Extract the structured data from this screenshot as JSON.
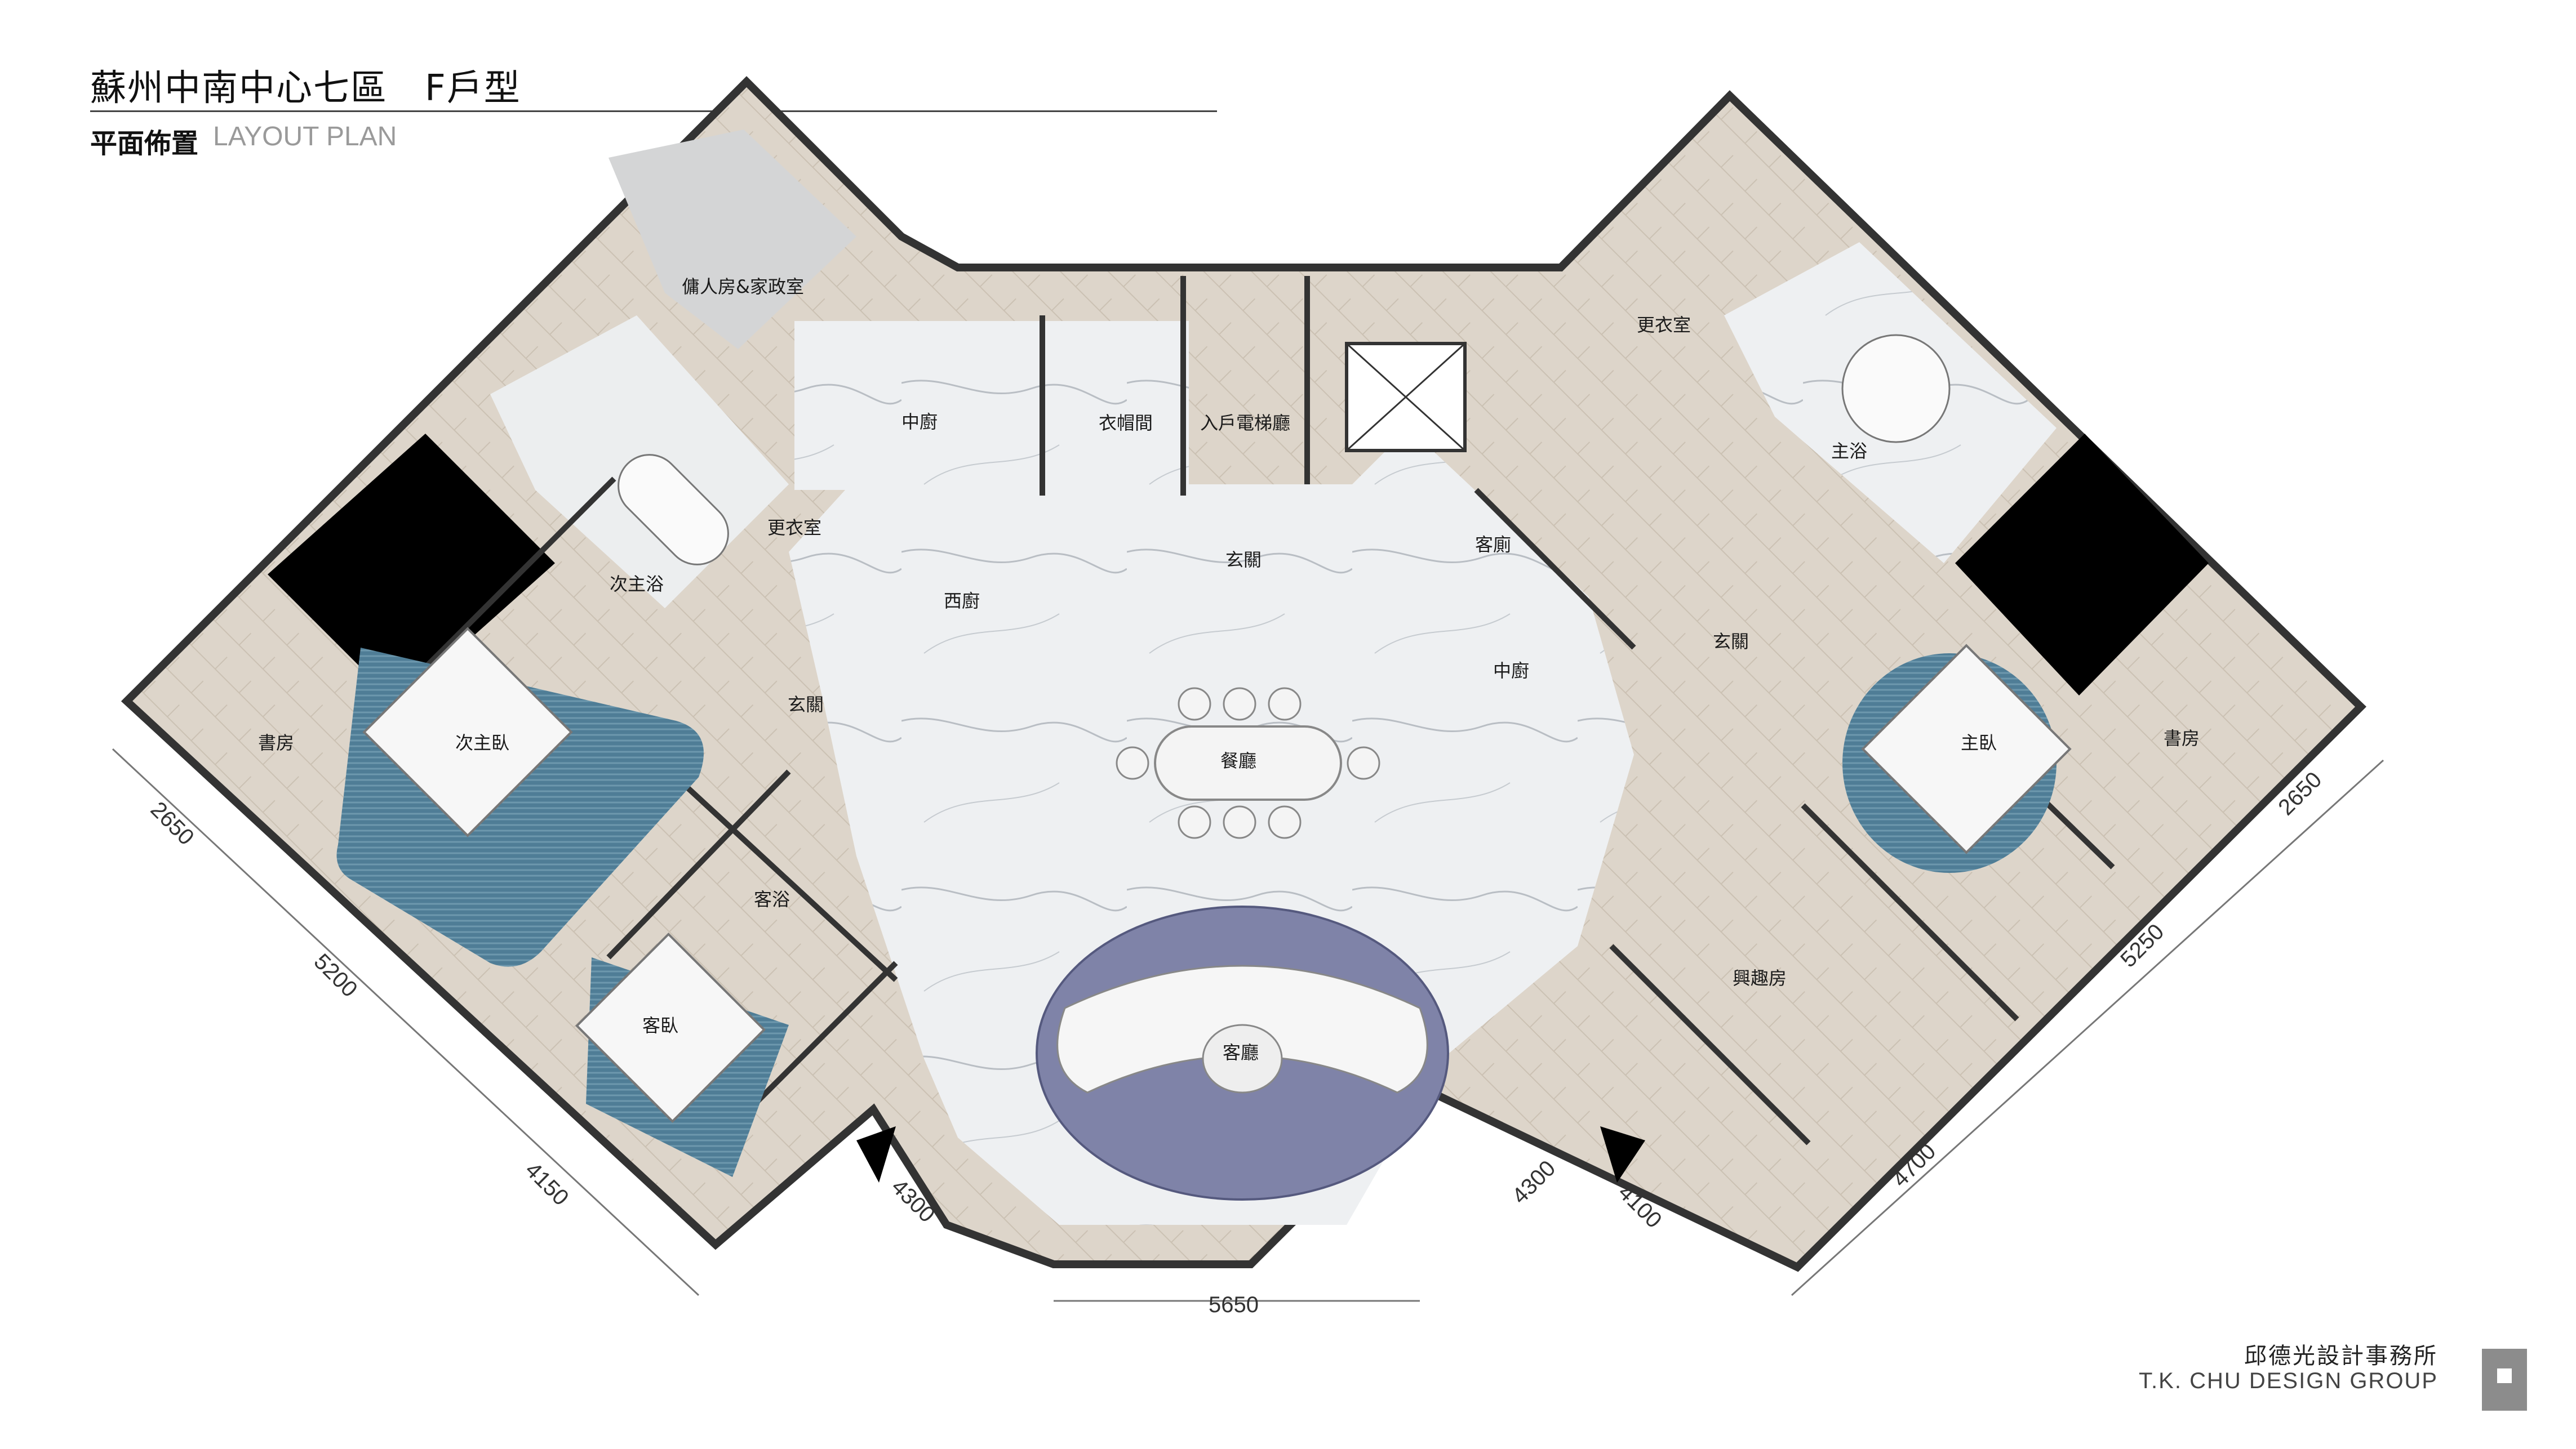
{
  "header": {
    "title": "蘇州中南中心七區　F戶型",
    "subtitle_cn": "平面佈置",
    "subtitle_en": "LAYOUT PLAN"
  },
  "rooms": {
    "servant": "傭人房&家政室",
    "chinese_kitchen_left": "中廚",
    "cloakroom": "衣帽間",
    "elevator_hall": "入戶電梯廳",
    "walkin_closet_left": "更衣室",
    "second_master_bath": "次主浴",
    "western_kitchen": "西廚",
    "foyer_center": "玄關",
    "study_left": "書房",
    "second_master_bed": "次主臥",
    "foyer_left": "玄關",
    "dining": "餐廳",
    "guest_bath": "客浴",
    "guest_bed": "客臥",
    "living": "客廳",
    "walkin_closet_right": "更衣室",
    "master_bath": "主浴",
    "guest_toilet": "客廁",
    "foyer_right": "玄關",
    "chinese_kitchen_right": "中廚",
    "master_bed": "主臥",
    "study_right": "書房",
    "hobby_room": "興趣房"
  },
  "dimensions": {
    "left_upper": "2650",
    "left_middle": "5200",
    "left_lower": "4150",
    "bottom_left": "4300",
    "bottom": "5650",
    "bottom_right": "4300",
    "right_lower_inner": "4100",
    "right_lower": "4700",
    "right_middle": "5250",
    "right_upper": "2650"
  },
  "footer": {
    "company_cn": "邱德光設計事務所",
    "company_en": "T.K. CHU DESIGN GROUP"
  },
  "colors": {
    "wood_floor": "#dcd3c8",
    "marble": "#eef0f2",
    "wall": "#ffffff",
    "carpet_blue": "#4f7d96",
    "living_carpet": "#7f83a8",
    "void": "#000000"
  }
}
